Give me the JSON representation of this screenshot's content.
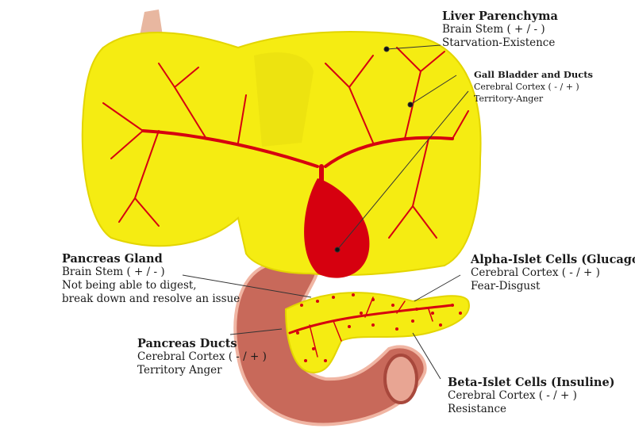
{
  "colors": {
    "liver": "#f5ec12",
    "vessel": "#d6000f",
    "intestine": "#c8695a",
    "lining": "#f0b5a3"
  },
  "labels": {
    "liver": {
      "title": "Liver Parenchyma",
      "line1": "Brain Stem ( + / - )",
      "line2": "Starvation-Existence"
    },
    "gall": {
      "title": "Gall Bladder and Ducts",
      "line1": "Cerebral Cortex ( - / + )",
      "line2": "Territory-Anger"
    },
    "gland": {
      "title": "Pancreas Gland",
      "line1": "Brain Stem ( + / - )",
      "line2": "Not being able to digest,",
      "line3": "break down and resolve an issue"
    },
    "ducts": {
      "title": "Pancreas Ducts",
      "line1": "Cerebral Cortex ( - / + )",
      "line2": "Territory Anger"
    },
    "alpha": {
      "title": "Alpha-Islet Cells (Glucagon)",
      "line1": "Cerebral Cortex ( - / + )",
      "line2": "Fear-Disgust"
    },
    "beta": {
      "title": "Beta-Islet Cells (Insuline)",
      "line1": "Cerebral Cortex ( - / + )",
      "line2": "Resistance"
    }
  }
}
